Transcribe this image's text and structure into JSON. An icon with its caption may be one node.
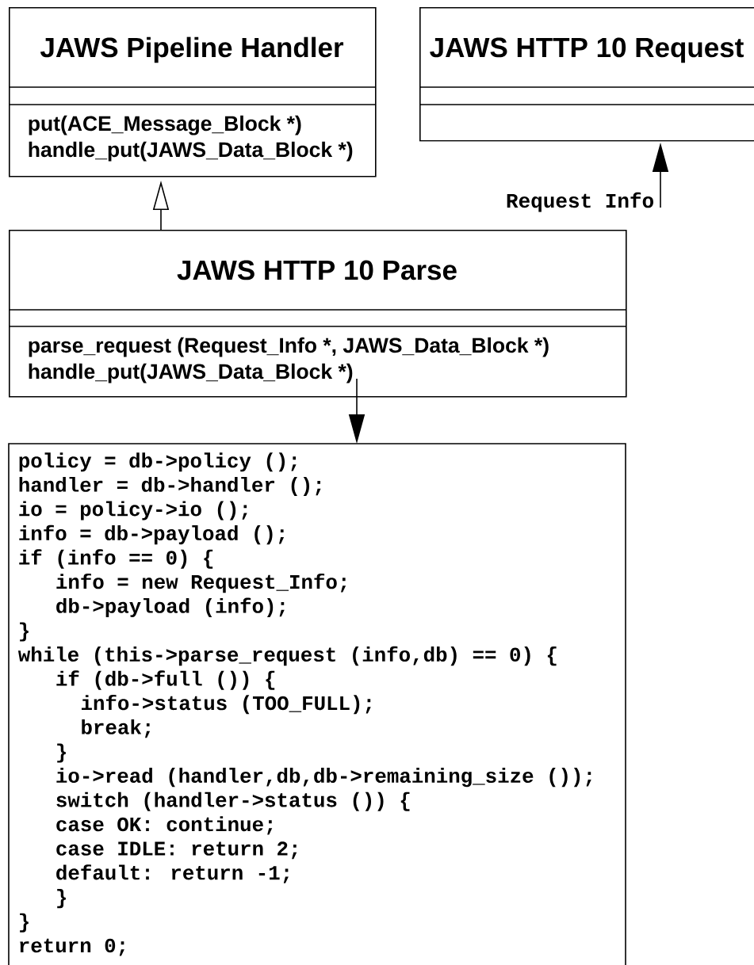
{
  "diagram": {
    "nodes": [
      {
        "text": [
          "JAWS Pipeline Handler",
          "put(ACE_Message_Block *)",
          "handle_put(JAWS_Data_Block *)"
        ]
      },
      {
        "text": [
          "JAWS HTTP 10 Request"
        ]
      },
      {
        "text": [
          "JAWS HTTP 10 Parse",
          "parse_request (Request_Info *, JAWS_Data_Block *)",
          "handle_put(JAWS_Data_Block *)"
        ]
      },
      {
        "text": [
          "policy = db->policy ();",
          "handler = db->handler ();",
          "io = policy->io ();",
          "info = db->payload ();",
          "if (info == 0) {",
          "  info = new Request_Info;",
          "  db->payload (info);",
          "}",
          "while (this->parse_request (info,db) == 0) {",
          "  if (db->full ()) {",
          "    info->status (TOO_FULL);",
          "    break;",
          "  }",
          "  io->read (handler,db,db->remaining_size ());",
          "  switch (handler->status ()) {",
          "  case OK: continue;",
          "  case IDLE: return 2;",
          "  default: return -1;",
          "  }",
          "}",
          "return 0;"
        ]
      },
      {
        "text": [
          "Request Info"
        ]
      }
    ],
    "edges": [
      {
        "from": 2,
        "to": 0,
        "arrow": "to"
      },
      {
        "from": 2,
        "to": 3,
        "arrow": "to"
      },
      {
        "from": 4,
        "to": 1,
        "arrow": "to"
      }
    ]
  }
}
